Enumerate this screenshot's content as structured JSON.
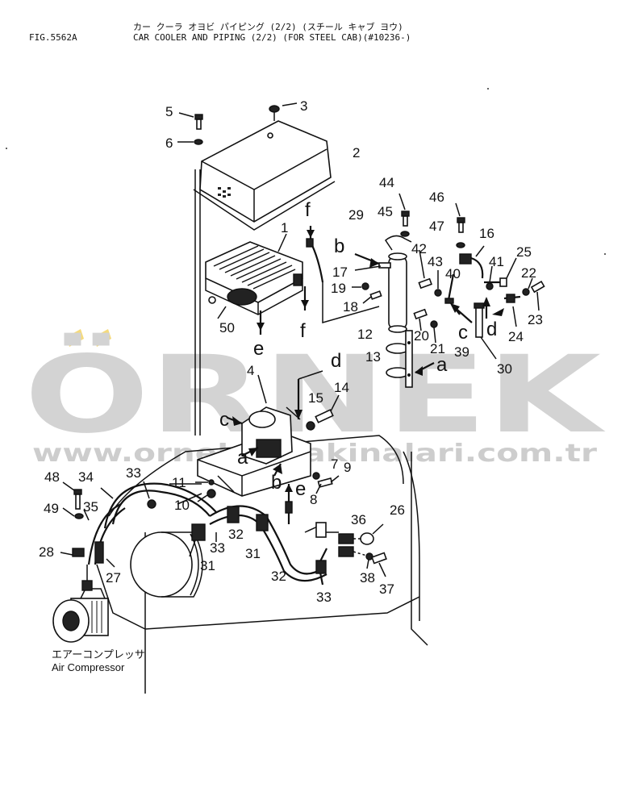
{
  "header": {
    "fig_label": "FIG.5562A",
    "title_jp": "カー クーラ オヨビ パイピング (2/2) (スチール キャブ ヨウ)",
    "title_en": "CAR COOLER AND PIPING (2/2) (FOR STEEL CAB)(#10236-)"
  },
  "watermark": {
    "brand": "ÖRNEK",
    "url": "www.ornekismakinalari.com.tr",
    "accent_color": "#f5d76e",
    "text_color": "#cfcfcf"
  },
  "compressor": {
    "label_jp": "エアーコンプレッサ",
    "label_en": "Air Compressor"
  },
  "callouts": {
    "n1": "1",
    "n2": "2",
    "n3": "3",
    "n4": "4",
    "n5": "5",
    "n6": "6",
    "n7": "7",
    "n8": "8",
    "n9": "9",
    "n10": "10",
    "n11": "11",
    "n12": "12",
    "n13": "13",
    "n14": "14",
    "n15": "15",
    "n16": "16",
    "n17": "17",
    "n18": "18",
    "n19": "19",
    "n20": "20",
    "n21": "21",
    "n22": "22",
    "n23": "23",
    "n24": "24",
    "n25": "25",
    "n26": "26",
    "n27": "27",
    "n28": "28",
    "n29": "29",
    "n30": "30",
    "n31a": "31",
    "n31b": "31",
    "n32a": "32",
    "n32b": "32",
    "n33a": "33",
    "n33b": "33",
    "n33c": "33",
    "n34": "34",
    "n35": "35",
    "n36": "36",
    "n37": "37",
    "n38": "38",
    "n39": "39",
    "n40": "40",
    "n41": "41",
    "n42": "42",
    "n43": "43",
    "n44": "44",
    "n45": "45",
    "n46": "46",
    "n47": "47",
    "n48": "48",
    "n49": "49",
    "n50": "50"
  },
  "connection_letters": {
    "a1": "a",
    "a2": "a",
    "b1": "b",
    "b2": "b",
    "c1": "c",
    "c2": "c",
    "d1": "d",
    "d2": "d",
    "e1": "e",
    "e2": "e",
    "f1": "f",
    "f2": "f"
  }
}
